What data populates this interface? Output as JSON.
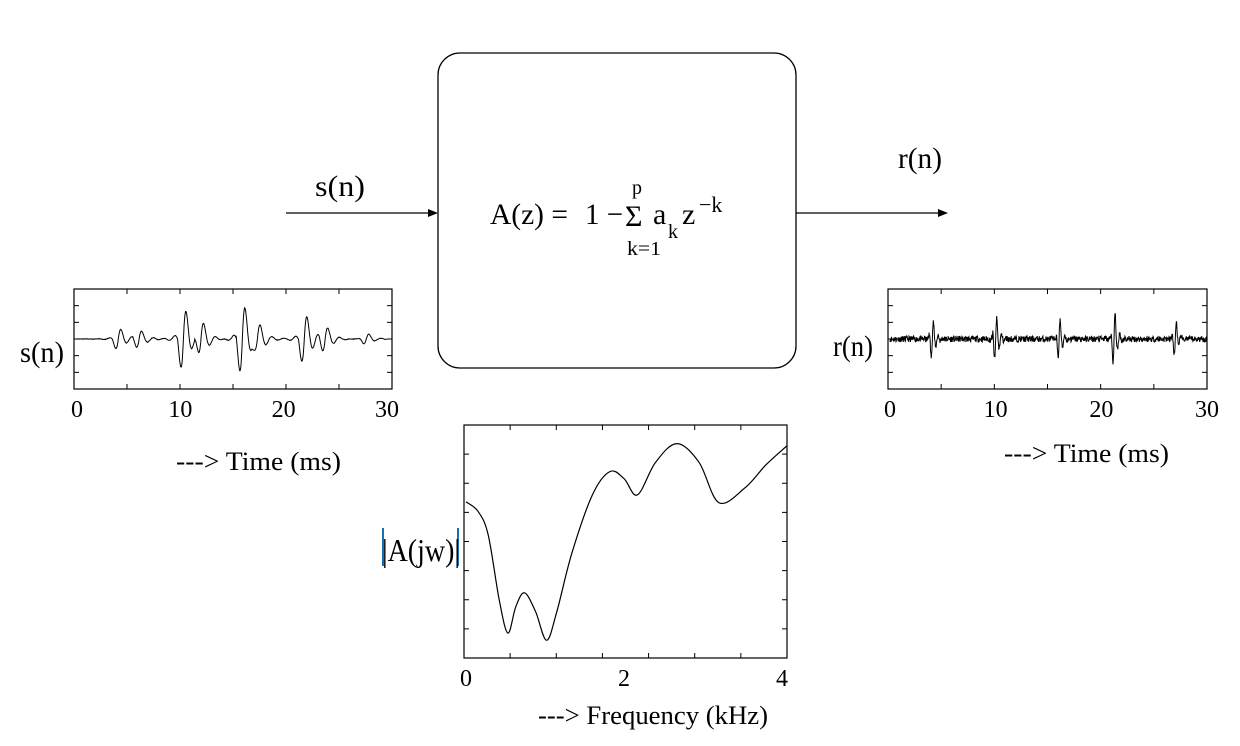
{
  "input_label": "s(n)",
  "output_label": "r(n)",
  "filter": {
    "lhs": "A(z) =",
    "one_minus": "1 −",
    "sum_symbol": "Σ",
    "sum_upper": "p",
    "sum_lower": "k=1",
    "coef": "a",
    "coef_sub": "k",
    "z": "z",
    "z_exp": "−k"
  },
  "accent_color": "#1a6fb0",
  "chart_data": [
    {
      "type": "line",
      "name": "input-signal",
      "ylabel": "s(n)",
      "xlabel": "---> Time (ms)",
      "xlim": [
        0,
        30
      ],
      "xticks": [
        "0",
        "10",
        "20",
        "30"
      ],
      "pulse_times_ms": [
        4,
        6,
        10.3,
        12,
        16,
        17.5,
        22,
        24,
        28
      ],
      "pulse_amplitudes": [
        0.3,
        0.25,
        0.9,
        0.55,
        1.0,
        0.45,
        0.7,
        0.35,
        0.15
      ]
    },
    {
      "type": "line",
      "name": "residual-signal",
      "ylabel": "r(n)",
      "xlabel": "---> Time (ms)",
      "xlim": [
        0,
        30
      ],
      "xticks": [
        "0",
        "10",
        "20",
        "30"
      ],
      "pulse_times_ms": [
        4,
        10,
        16,
        21.2,
        27
      ],
      "pulse_amplitudes": [
        0.55,
        0.6,
        0.55,
        0.75,
        0.5
      ]
    },
    {
      "type": "line",
      "name": "frequency-response",
      "ylabel": "|A(jw)|",
      "xlabel": "---> Frequency (kHz)",
      "xlim": [
        0,
        4.1
      ],
      "ylim": [
        0,
        1
      ],
      "xticks": [
        "0",
        "2",
        "4"
      ],
      "x": [
        0,
        0.15,
        0.28,
        0.42,
        0.53,
        0.63,
        0.74,
        0.88,
        1.02,
        1.15,
        1.34,
        1.6,
        1.82,
        2.0,
        2.17,
        2.4,
        2.67,
        2.95,
        3.2,
        3.53,
        3.8,
        4.06
      ],
      "y": [
        0.67,
        0.63,
        0.53,
        0.25,
        0.107,
        0.22,
        0.28,
        0.2,
        0.076,
        0.2,
        0.45,
        0.7,
        0.8,
        0.77,
        0.7,
        0.84,
        0.92,
        0.84,
        0.667,
        0.73,
        0.83,
        0.91
      ]
    }
  ]
}
